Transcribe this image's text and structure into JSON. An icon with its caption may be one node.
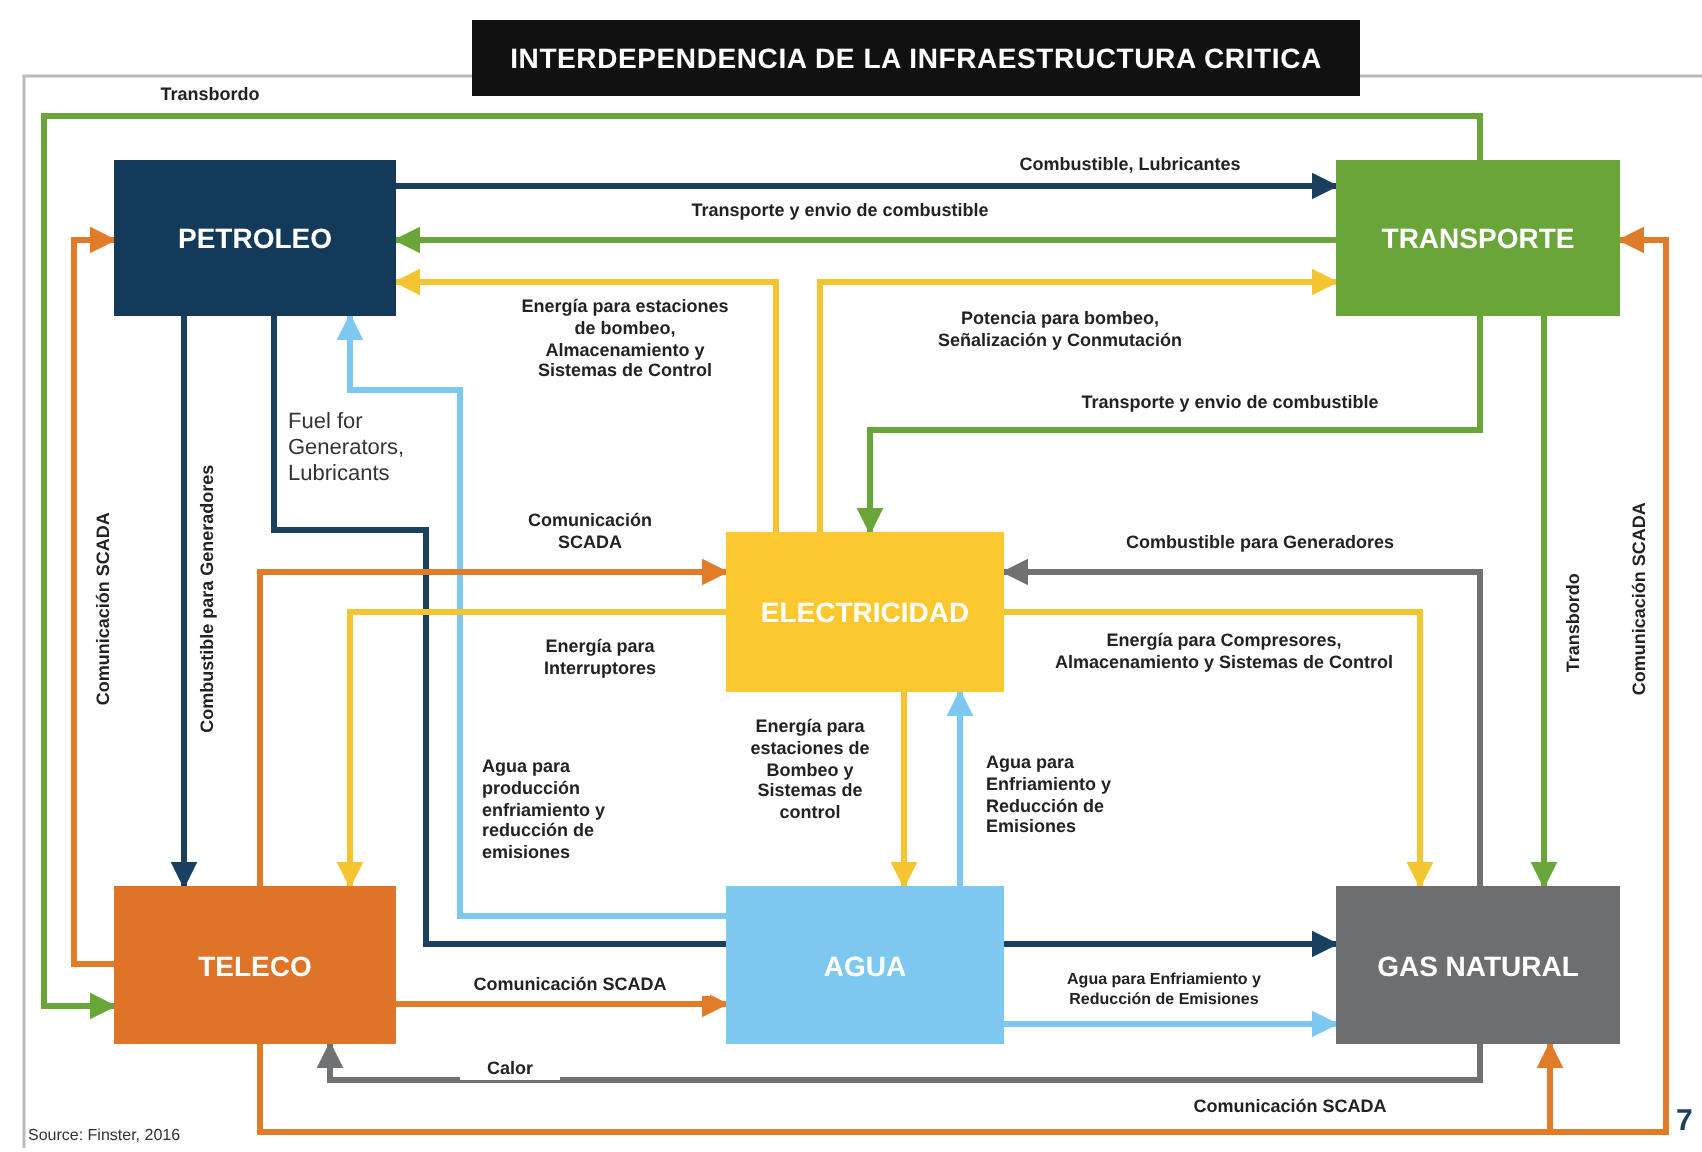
{
  "diagram": {
    "title": "INTERDEPENDENCIA DE LA INFRAESTRUCTURA CRITICA",
    "nodes": [
      {
        "text": [
          "PETROLEO"
        ]
      },
      {
        "text": [
          "TRANSPORTE"
        ]
      },
      {
        "text": [
          "ELECTRICIDAD"
        ]
      },
      {
        "text": [
          "TELECO"
        ]
      },
      {
        "text": [
          "AGUA"
        ]
      },
      {
        "text": [
          "GAS NATURAL"
        ]
      }
    ],
    "edges": [
      {
        "from": 0,
        "to": 1,
        "arrow": "to",
        "label": "Combustible, Lubricantes",
        "color": "#1b3f5e"
      },
      {
        "from": 1,
        "to": 0,
        "arrow": "to",
        "label": "Transporte y envio de combustible",
        "color": "#6aa539"
      },
      {
        "from": 2,
        "to": 0,
        "arrow": "to",
        "label": "Energía para estaciones de bombeo, Almacenamiento y Sistemas de Control",
        "color": "#f5c531"
      },
      {
        "from": 2,
        "to": 1,
        "arrow": "to",
        "label": "Potencia para bombeo, Señalización y Conmutación",
        "color": "#f5c531"
      },
      {
        "from": 1,
        "to": 2,
        "arrow": "to",
        "label": "Transporte y envio de combustible",
        "color": "#6aa539"
      },
      {
        "from": 1,
        "to": 3,
        "arrow": "to",
        "label": "Transbordo",
        "color": "#6aa539"
      },
      {
        "from": 1,
        "to": 5,
        "arrow": "to",
        "label": "Transbordo",
        "color": "#6aa539"
      },
      {
        "from": 3,
        "to": 0,
        "arrow": "to",
        "label": "Comunicación SCADA",
        "color": "#e07b2a"
      },
      {
        "from": 0,
        "to": 3,
        "arrow": "to",
        "label": "Combustible para Generadores",
        "color": "#1b3f5e"
      },
      {
        "from": 0,
        "to": 4,
        "arrow": "none",
        "label": "Fuel for Generators, Lubricants",
        "color": "#1b3f5e"
      },
      {
        "from": 4,
        "to": 0,
        "arrow": "to",
        "label": "Agua para producción enfriamiento y reducción de emisiones",
        "color": "#7cc8f0"
      },
      {
        "from": 3,
        "to": 2,
        "arrow": "to",
        "label": "Comunicación SCADA",
        "color": "#e07b2a"
      },
      {
        "from": 2,
        "to": 3,
        "arrow": "to",
        "label": "Energía para Interruptores",
        "color": "#f5c531"
      },
      {
        "from": 2,
        "to": 4,
        "arrow": "to",
        "label": "Energía para estaciones de Bombeo y Sistemas de control",
        "color": "#f5c531"
      },
      {
        "from": 4,
        "to": 2,
        "arrow": "to",
        "label": "Agua para Enfriamiento y Reducción de Emisiones",
        "color": "#7cc8f0"
      },
      {
        "from": 2,
        "to": 5,
        "arrow": "to",
        "label": "Energía para Compresores, Almacenamiento y Sistemas de Control",
        "color": "#f5c531"
      },
      {
        "from": 5,
        "to": 2,
        "arrow": "to",
        "label": "Combustible para Generadores",
        "color": "#707173"
      },
      {
        "from": 3,
        "to": 4,
        "arrow": "to",
        "label": "Comunicación SCADA",
        "color": "#e07b2a"
      },
      {
        "from": 4,
        "to": 5,
        "arrow": "to",
        "label": "Agua para Enfriamiento y Reducción de Emisiones",
        "color": "#7cc8f0"
      },
      {
        "from": 5,
        "to": 3,
        "arrow": "to",
        "label": "Calor",
        "color": "#707173"
      },
      {
        "from": 3,
        "to": 5,
        "arrow": "to",
        "label": "Comunicación SCADA",
        "color": "#e07b2a"
      },
      {
        "from": 3,
        "to": 1,
        "arrow": "to",
        "label": "Comunicación SCADA",
        "color": "#e07b2a"
      },
      {
        "from": 4,
        "to": 5,
        "arrow": "to",
        "color": "#1b3f5e"
      }
    ],
    "labels": [
      "Source: Finster, 2016",
      "7"
    ]
  }
}
